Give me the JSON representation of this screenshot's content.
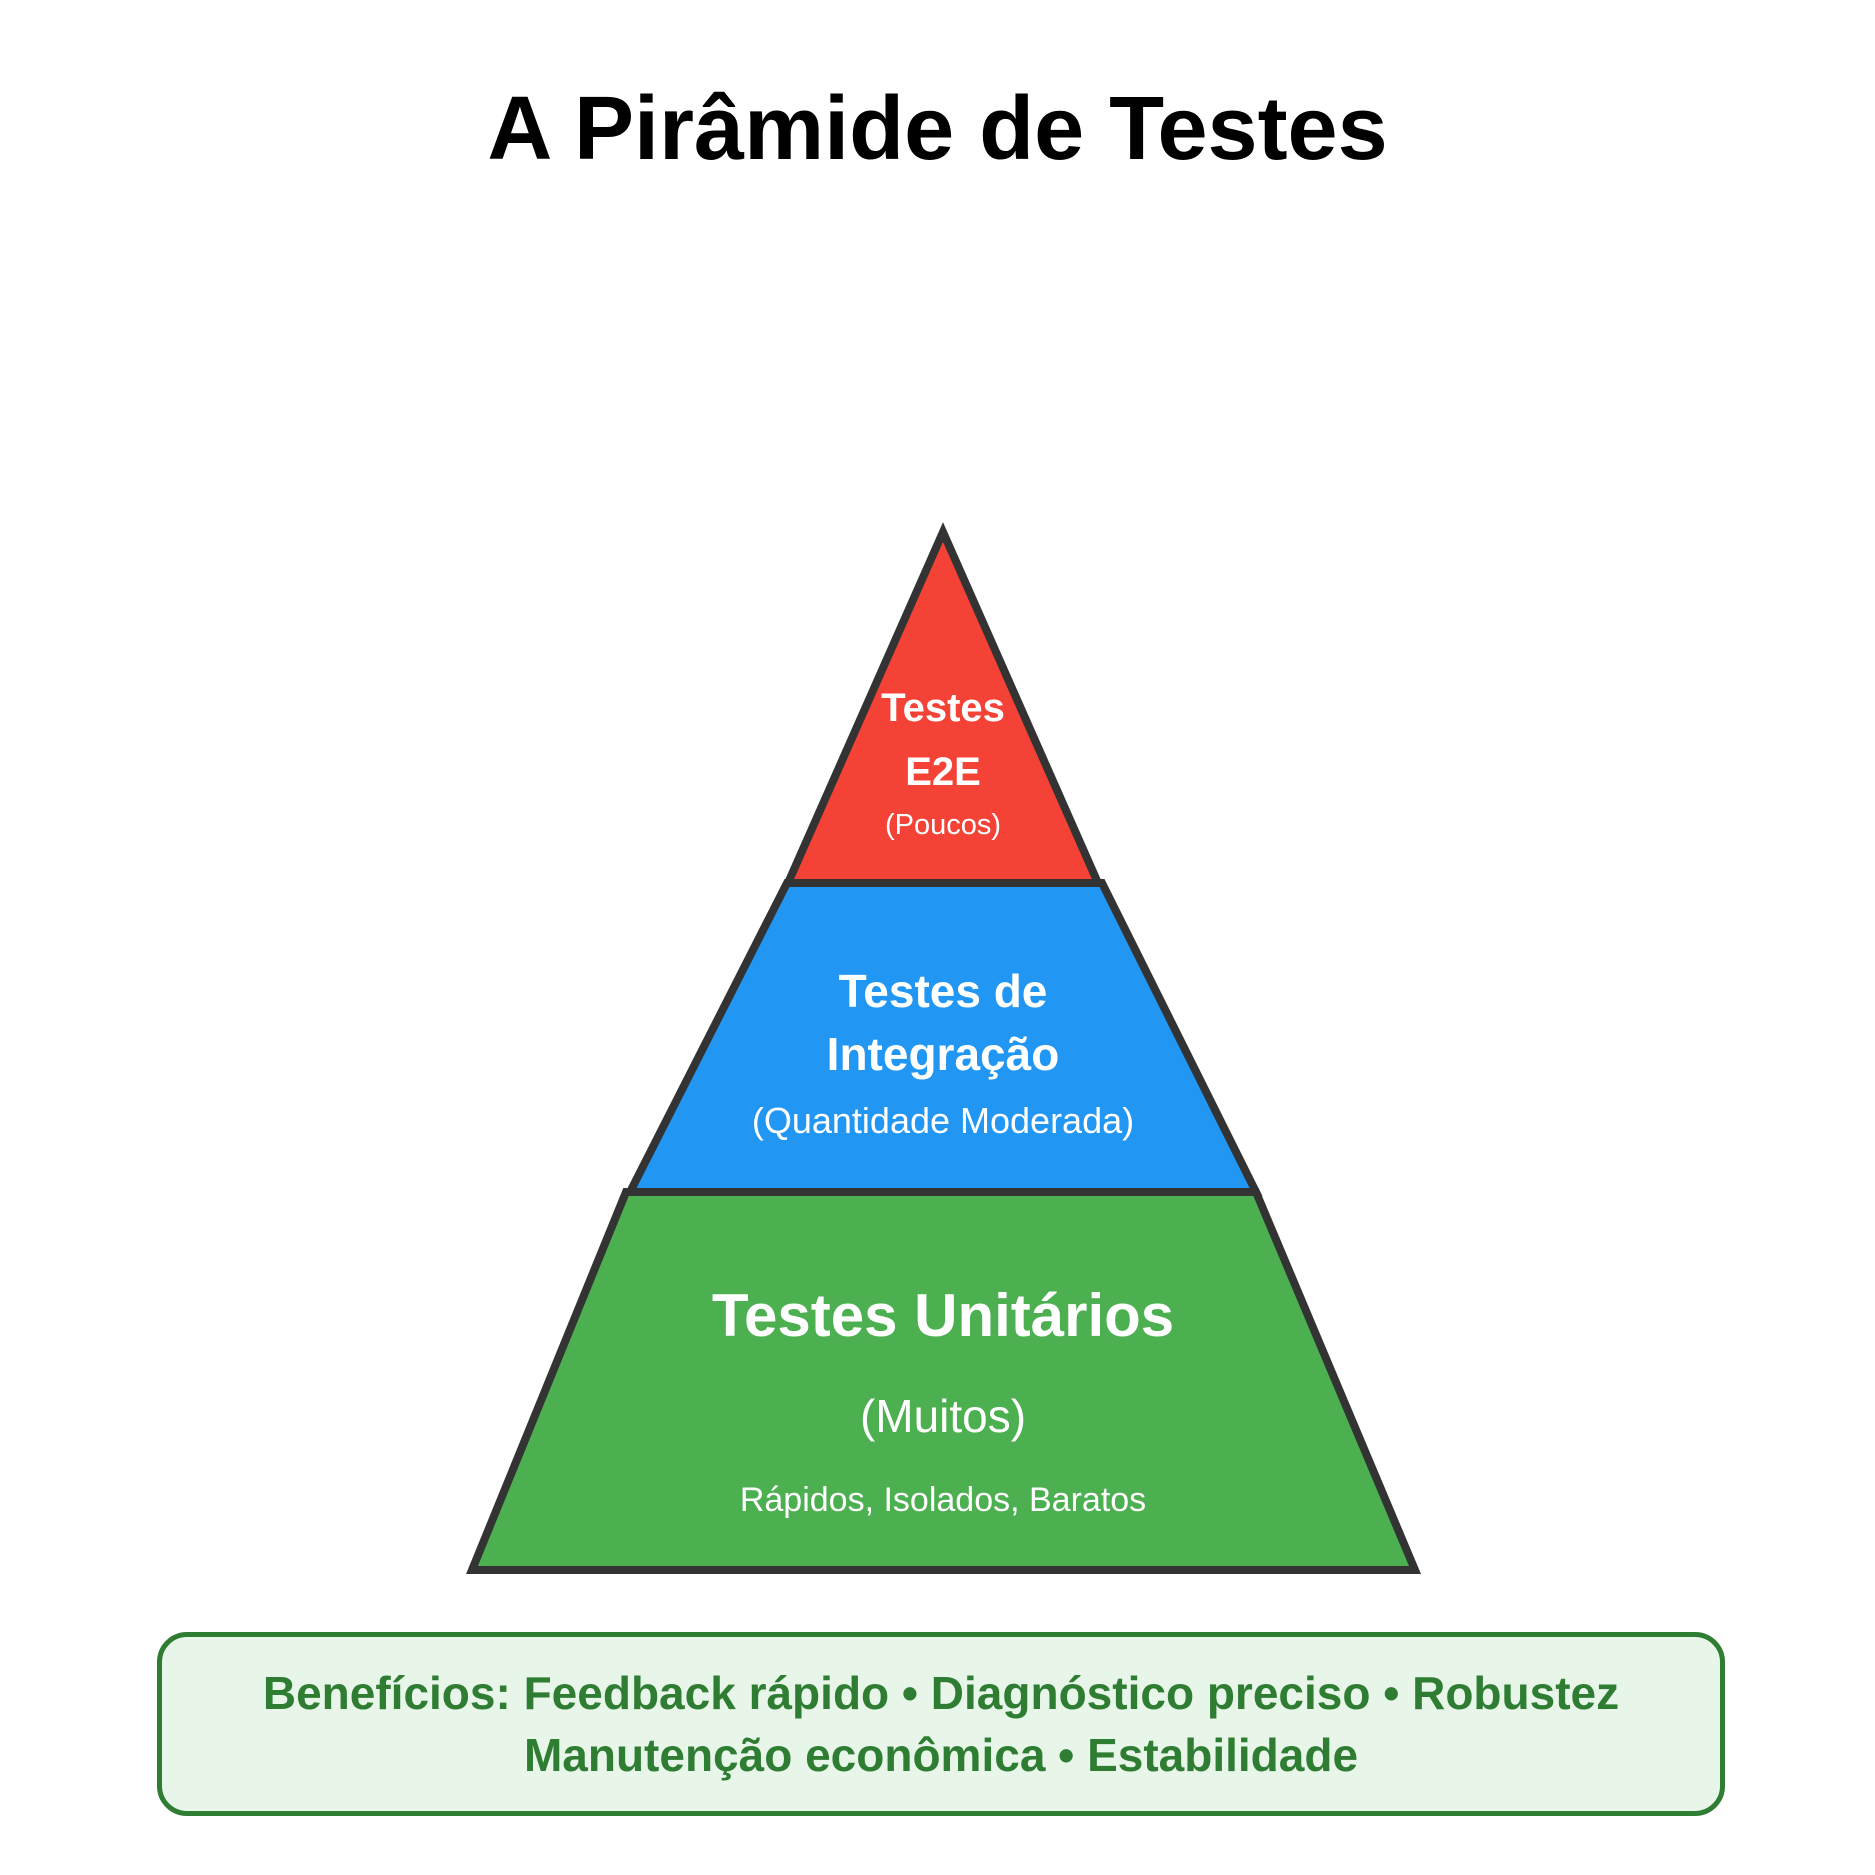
{
  "title": "A Pirâmide de Testes",
  "layers": {
    "top": {
      "line1": "Testes",
      "line2": "E2E",
      "subtitle": "(Poucos)",
      "color": "#f44336"
    },
    "middle": {
      "line1": "Testes de",
      "line2": "Integração",
      "subtitle": "(Quantidade Moderada)",
      "color": "#2196f3"
    },
    "bottom": {
      "line1": "Testes Unitários",
      "subtitle": "(Muitos)",
      "detail": "Rápidos, Isolados, Baratos",
      "color": "#4caf50"
    }
  },
  "benefits": {
    "line1": "Benefícios: Feedback rápido • Diagnóstico preciso • Robustez",
    "line2": "Manutenção econômica • Estabilidade"
  },
  "colors": {
    "outline": "#333333",
    "benefits_text": "#2e7d32",
    "benefits_bg": "#e8f5e9"
  }
}
